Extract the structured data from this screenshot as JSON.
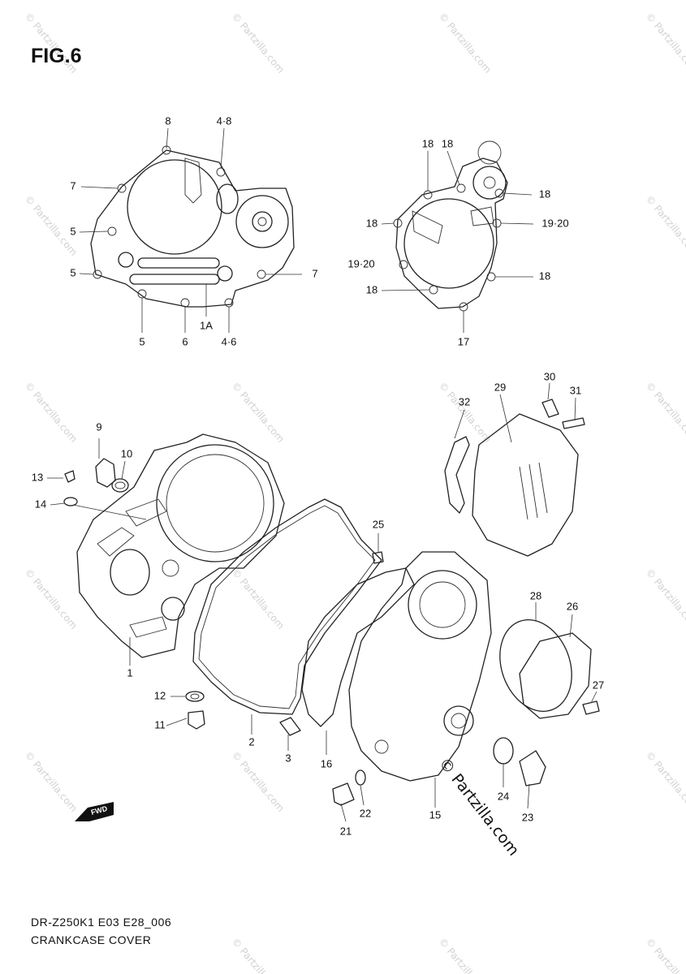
{
  "figure": {
    "title": "FIG.6",
    "model_code": "DR-Z250K1 E03 E28_006",
    "caption": "CRANKCASE COVER"
  },
  "watermark": {
    "repeat_text": "© Partzilla.com",
    "big_text": "© Partzilla.com"
  },
  "fwd_marker": "FWD",
  "callouts": {
    "c8_top": "8",
    "c48_top": "4·8",
    "c7_left": "7",
    "c5_left_a": "5",
    "c5_left_b": "5",
    "c7_right": "7",
    "c1a": "1A",
    "c5_bottom": "5",
    "c6_bottom": "6",
    "c46_bottom": "4·6",
    "c18_top_a": "18",
    "c18_top_b": "18",
    "c18_right_a": "18",
    "c18_left_a": "18",
    "c1920_right": "19·20",
    "c1920_left": "19·20",
    "c18_left_b": "18",
    "c18_right_b": "18",
    "c17": "17",
    "c9": "9",
    "c10": "10",
    "c13": "13",
    "c14": "14",
    "c1": "1",
    "c12": "12",
    "c11": "11",
    "c2": "2",
    "c3": "3",
    "c25": "25",
    "c16": "16",
    "c15": "15",
    "c21": "21",
    "c22": "22",
    "c32": "32",
    "c29": "29",
    "c30": "30",
    "c31": "31",
    "c28": "28",
    "c26": "26",
    "c27": "27",
    "c24": "24",
    "c23": "23"
  }
}
